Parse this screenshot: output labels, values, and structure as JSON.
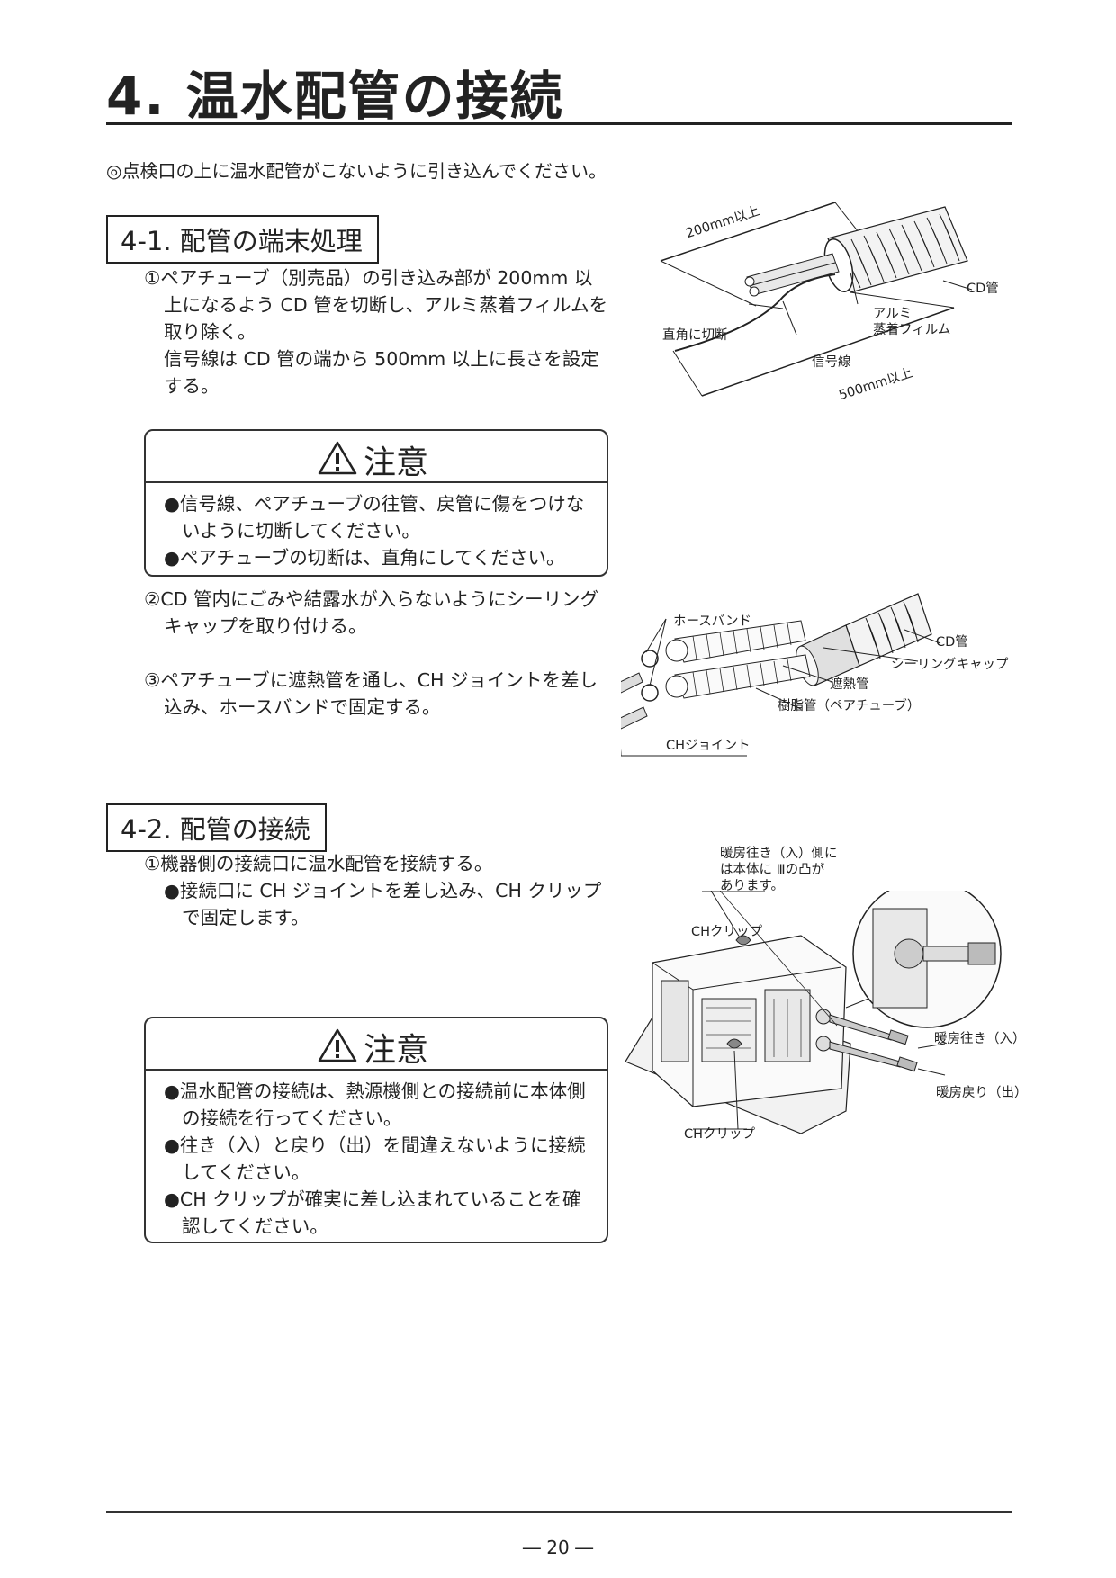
{
  "header": {
    "title": "4.  温水配管の接続",
    "intro": "◎点検口の上に温水配管がこないように引き込んでください。"
  },
  "section1": {
    "heading": "4-1. 配管の端末処理",
    "step1_lines": [
      "①ペアチューブ（別売品）の引き込み部が 200mm 以",
      "上になるよう CD 管を切断し、アルミ蒸着フィルムを",
      "取り除く。",
      "信号線は CD 管の端から 500mm 以上に長さを設定",
      "する。"
    ],
    "caution": {
      "title": "注意",
      "lines": [
        "●信号線、ペアチューブの往管、戻管に傷をつけな",
        "いように切断してください。",
        "●ペアチューブの切断は、直角にしてください。"
      ]
    },
    "step2_lines": [
      "②CD 管内にごみや結露水が入らないようにシーリング",
      "キャップを取り付ける。"
    ],
    "step3_lines": [
      "③ペアチューブに遮熱管を通し、CH ジョイントを差し",
      "込み、ホースバンドで固定する。"
    ],
    "figure1": {
      "dim_top": "200mm以上",
      "cd_pipe": "CD管",
      "aluminum": [
        "アルミ",
        "蒸着フィルム"
      ],
      "cut": "直角に切断",
      "signal": "信号線",
      "dim_bottom": "500mm以上"
    },
    "figure2": {
      "hose_band": "ホースバンド",
      "cd_pipe": "CD管",
      "sealing_cap": "シーリングキャップ",
      "heat_shield": "遮熱管",
      "resin_pipe": "樹脂管（ペアチューブ）",
      "ch_joint": "CHジョイント"
    }
  },
  "section2": {
    "heading": "4-2. 配管の接続",
    "step1_lines": [
      "①機器側の接続口に温水配管を接続する。",
      "●接続口に CH ジョイントを差し込み、CH クリップ",
      "で固定します。"
    ],
    "caution": {
      "title": "注意",
      "lines": [
        "●温水配管の接続は、熱源機側との接続前に本体側",
        "の接続を行ってください。",
        "●往き（入）と戻り（出）を間違えないように接続",
        "してください。",
        "●CH クリップが確実に差し込まれていることを確",
        "認してください。"
      ]
    },
    "figure3": {
      "note_lines": [
        "暖房往き（入）側に",
        "は本体に Ⅲの凸が",
        "あります。"
      ],
      "ch_clip_top": "CHクリップ",
      "ch_clip_bottom": "CHクリップ",
      "supply": "暖房往き（入）",
      "return": "暖房戻り（出）"
    }
  },
  "footer": {
    "page": "― 20 ―"
  }
}
